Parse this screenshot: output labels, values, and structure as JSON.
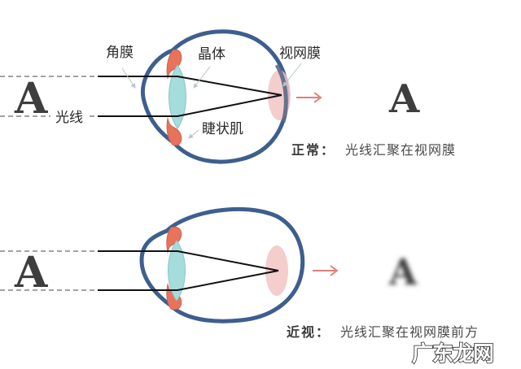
{
  "diagram": {
    "type": "eye-focus-comparison",
    "colors": {
      "sclera": "#3d5f8e",
      "lens": "#a5dcdc",
      "ciliary": "#e8735a",
      "retina_spot": "#f2c4c4",
      "arrow": "#e0807a",
      "ray": "#111111",
      "letter": "#3e3e3e"
    },
    "labels": {
      "cornea": "角膜",
      "lens": "晶体",
      "retina": "视网膜",
      "ciliary_muscle": "睫状肌",
      "light_ray": "光线"
    },
    "object_letter": "A",
    "panels": [
      {
        "id": "normal",
        "title": "正常：",
        "description": "光线汇聚在视网膜",
        "image_letter": "A",
        "image_state": "sharp"
      },
      {
        "id": "myopia",
        "title": "近视：",
        "description": "光线汇聚在视网膜前方",
        "image_letter": "A",
        "image_state": "blurred"
      }
    ],
    "watermark": "广东龙网"
  }
}
